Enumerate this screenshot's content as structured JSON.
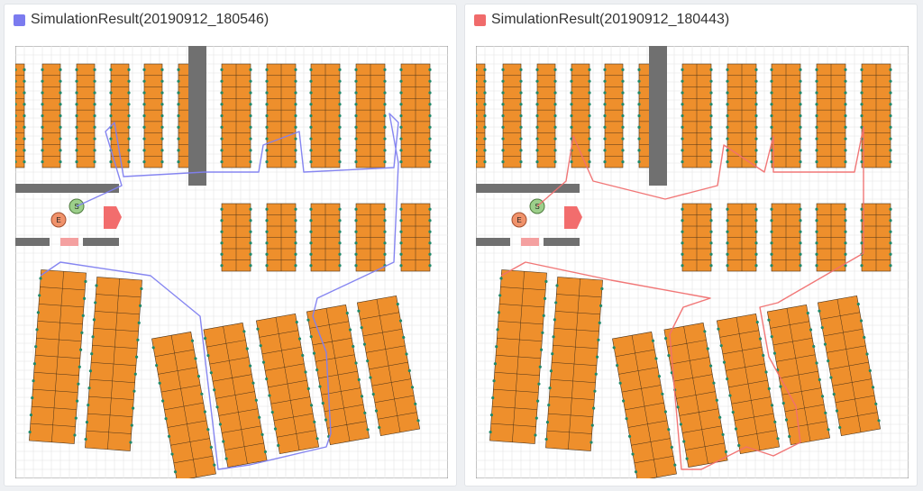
{
  "colors": {
    "shelf": "#EE8F2C",
    "shelf_line": "#4a3218",
    "station": "#1f8a6a",
    "wall": "#707070",
    "grid": "#e4e4e4"
  },
  "panels": [
    {
      "title": "SimulationResult(20190912_180546)",
      "color": "#7B7BEF",
      "route_color": "#8080F0"
    },
    {
      "title": "SimulationResult(20190912_180443)",
      "color": "#F06B6B",
      "route_color": "#F07070"
    }
  ],
  "markers": {
    "start_label": "S",
    "end_label": "E"
  }
}
